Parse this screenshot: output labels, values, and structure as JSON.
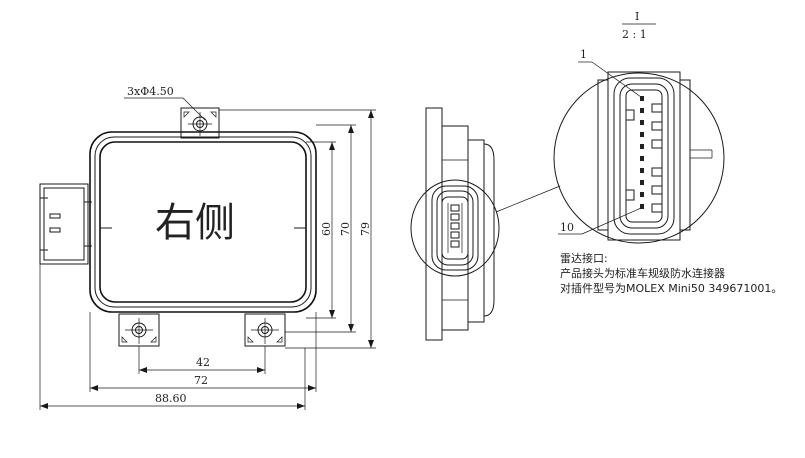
{
  "front_view": {
    "label": "右侧",
    "hole_callout": "3xΦ4.50",
    "dim_60": "60",
    "dim_70": "70",
    "dim_79": "79",
    "dim_42": "42",
    "dim_72": "72",
    "dim_8860": "88.60"
  },
  "detail": {
    "scale_top": "I",
    "scale_bottom": "2 : 1",
    "pin_1": "1",
    "pin_10": "10"
  },
  "notes": {
    "line1": "雷达接口:",
    "line2": "产品接头为标准车规级防水连接器",
    "line3": "对插件型号为MOLEX Mini50 349671001。"
  }
}
